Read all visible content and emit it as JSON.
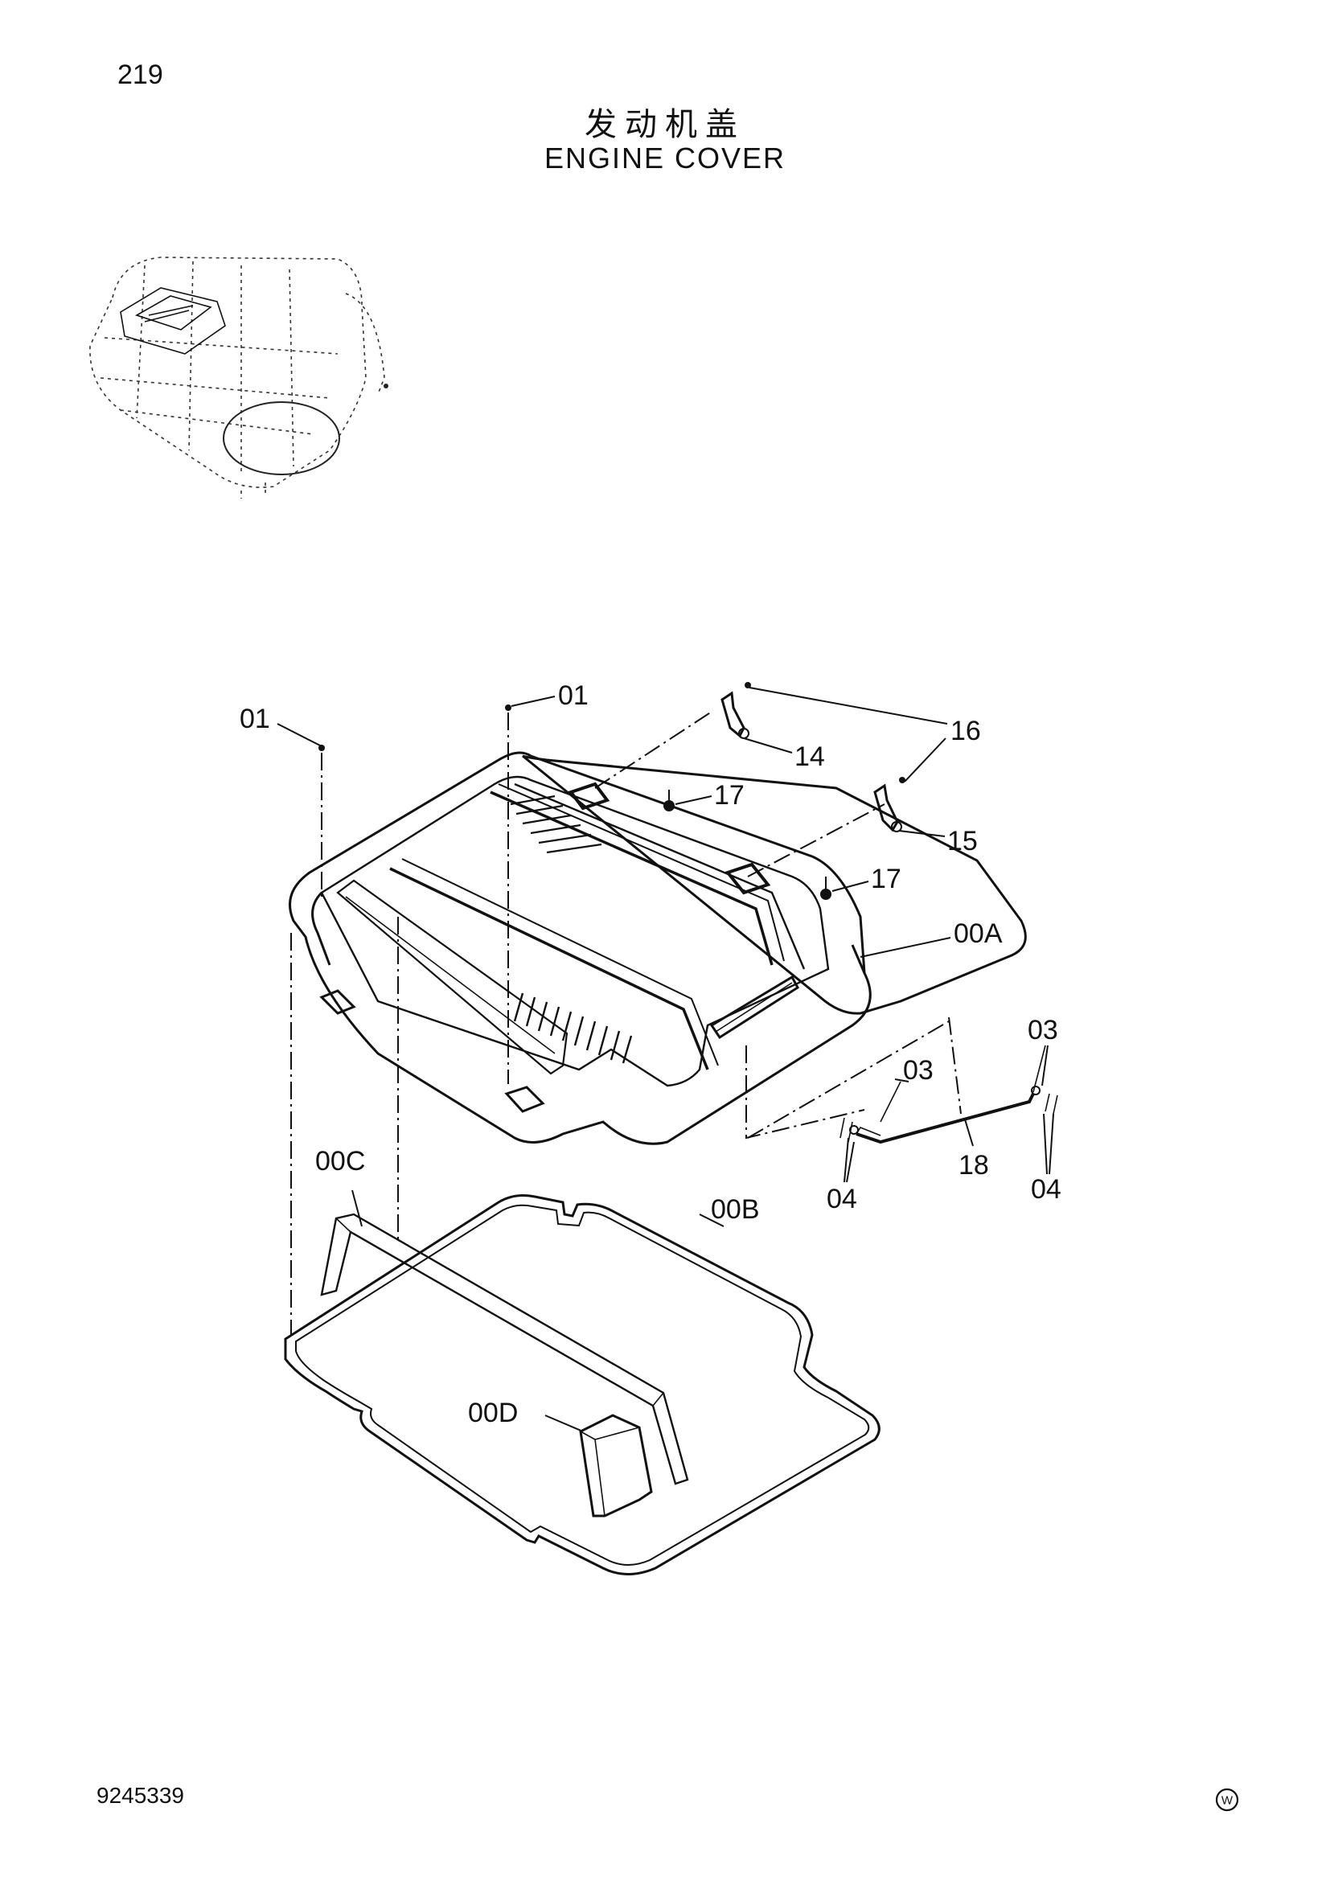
{
  "page": {
    "number": "219",
    "title_cn": "发动机盖",
    "title_en": "ENGINE COVER",
    "drawing_number": "9245339",
    "mark": "W"
  },
  "callouts": {
    "c01a": "01",
    "c01b": "01",
    "c14": "14",
    "c15": "15",
    "c16": "16",
    "c17a": "17",
    "c17b": "17",
    "c00A": "00A",
    "c00B": "00B",
    "c00C": "00C",
    "c00D": "00D",
    "c03a": "03",
    "c03b": "03",
    "c04a": "04",
    "c04b": "04",
    "c18": "18"
  }
}
